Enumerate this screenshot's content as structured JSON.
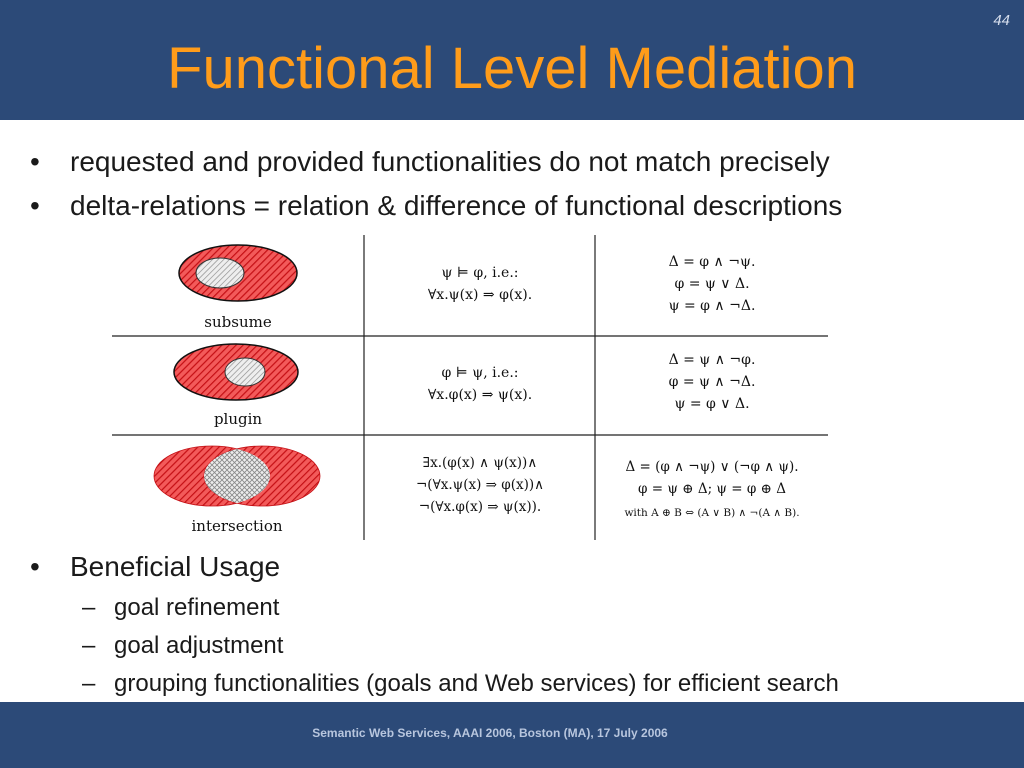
{
  "slide": {
    "title": "Functional Level Mediation",
    "page_number": "44",
    "footer": "Semantic Web Services, AAAI 2006, Boston (MA), 17 July 2006"
  },
  "bullets": [
    "requested and provided functionalities do not match precisely",
    "delta-relations = relation & difference of functional descriptions"
  ],
  "usage": {
    "heading": "Beneficial Usage",
    "items": [
      "goal refinement",
      "goal adjustment",
      "grouping functionalities (goals and Web services) for efficient search"
    ]
  },
  "table": {
    "rows": [
      {
        "label": "subsume",
        "relation": [
          "ψ ⊨ φ, i.e.:",
          "∀x.ψ(x) ⇒ φ(x)."
        ],
        "delta": [
          "Δ = φ ∧ ¬ψ.",
          "φ = ψ ∨ Δ.",
          "ψ = φ ∧ ¬Δ."
        ]
      },
      {
        "label": "plugin",
        "relation": [
          "φ ⊨ ψ, i.e.:",
          "∀x.φ(x) ⇒ ψ(x)."
        ],
        "delta": [
          "Δ = ψ ∧ ¬φ.",
          "φ = ψ ∧ ¬Δ.",
          "ψ = φ ∨ Δ."
        ]
      },
      {
        "label": "intersection",
        "relation": [
          "∃x.(φ(x) ∧ ψ(x))∧",
          "¬(∀x.ψ(x) ⇒ φ(x))∧",
          "¬(∀x.φ(x) ⇒ ψ(x))."
        ],
        "delta": [
          "Δ = (φ  ∧ ¬ψ) ∨ (¬φ ∧ ψ).",
          "φ = ψ ⊕ Δ; ψ = φ ⊕ Δ",
          "with A ⊕ B ⇔ (A ∨ B) ∧ ¬(A ∧ B)."
        ]
      }
    ]
  },
  "colors": {
    "header_bg": "#2c4a78",
    "title": "#ff9c1a",
    "ellipse_red": "#e8262b",
    "ellipse_gray": "#d8d8d8"
  }
}
